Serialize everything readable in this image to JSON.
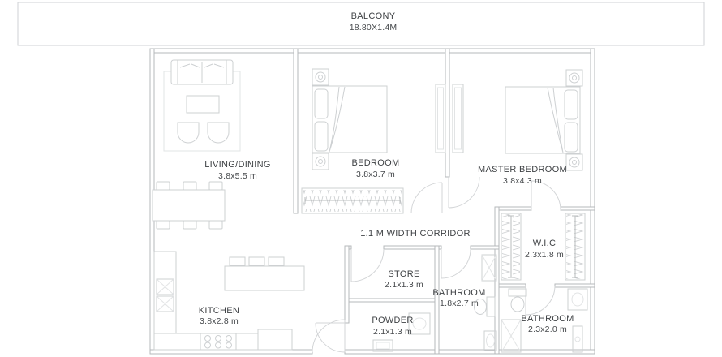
{
  "colors": {
    "background": "#ffffff",
    "wall_line": "#b6b9bb",
    "furniture_line": "#cdd0d2",
    "door_line": "#d3d5d7",
    "text": "#3e4144"
  },
  "rooms": {
    "balcony": {
      "label": "BALCONY",
      "dims": "18.80X1.4M"
    },
    "living_dining": {
      "label": "LIVING/DINING",
      "dims": "3.8x5.5 m"
    },
    "bedroom": {
      "label": "BEDROOM",
      "dims": "3.8x3.7 m"
    },
    "master_bedroom": {
      "label": "MASTER BEDROOM",
      "dims": "3.8x4.3 m"
    },
    "corridor": {
      "label": "1.1 M WIDTH CORRIDOR"
    },
    "wic": {
      "label": "W.I.C",
      "dims": "2.3x1.8 m"
    },
    "store": {
      "label": "STORE",
      "dims": "2.1x1.3 m"
    },
    "bathroom_inner": {
      "label": "BATHROOM",
      "dims": "1.8x2.7 m"
    },
    "bathroom_master": {
      "label": "BATHROOM",
      "dims": "2.3x2.0 m"
    },
    "kitchen": {
      "label": "KITCHEN",
      "dims": "3.8x2.8 m"
    },
    "powder": {
      "label": "POWDER",
      "dims": "2.1x1.3 m"
    }
  }
}
